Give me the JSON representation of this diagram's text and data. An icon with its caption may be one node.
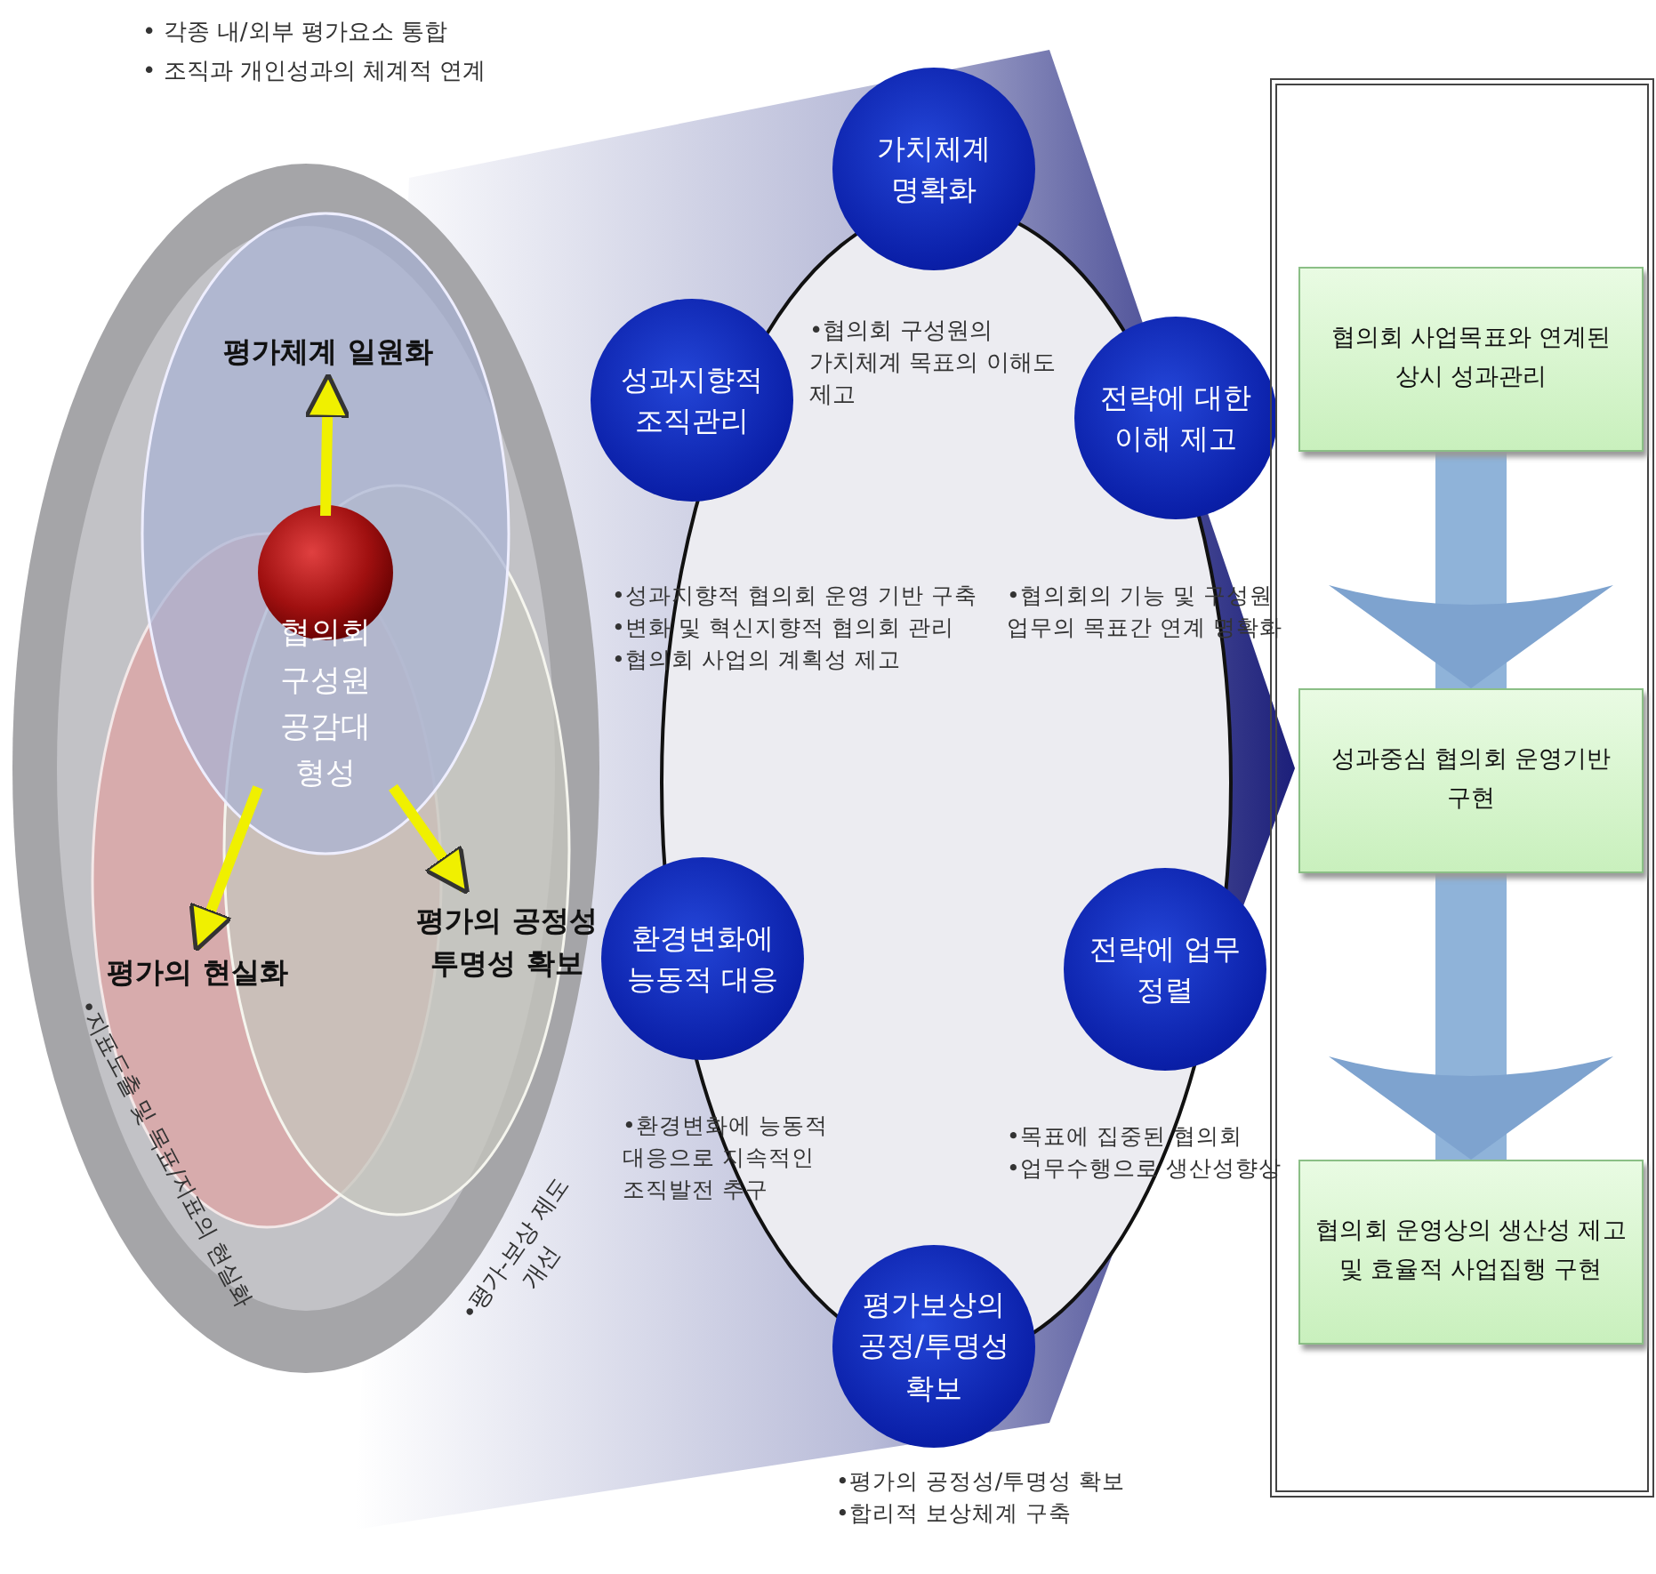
{
  "diagram": {
    "nodes": [
      {
        "text": [
          "협의회 구성원 공감대 형성"
        ]
      },
      {
        "text": [
          "평가체계 일원화"
        ]
      },
      {
        "text": [
          "평가의 현실화"
        ]
      },
      {
        "text": [
          "평가의 공정성 투명성 확보"
        ]
      },
      {
        "text": [
          "가치체계 명확화"
        ]
      },
      {
        "text": [
          "성과지향적 조직관리"
        ],
        "beside": [
          "•성과지향적 협의회 운영 기반 구축",
          "•변화 및 혁신지향적 협의회 관리",
          "•협의회 사업의 계획성 제고"
        ]
      },
      {
        "text": [
          "전략에 대한 이해 제고"
        ],
        "beside": [
          "•협의회의 기능 및 구성원 업무의 목표간 연계 명확화"
        ]
      },
      {
        "text": [
          "환경변화에 능동적 대응"
        ],
        "beside": [
          "•환경변화에 능동적 대응으로 지속적인 조직발전 추구"
        ]
      },
      {
        "text": [
          "전략에 업무 정렬"
        ],
        "beside": [
          "•목표에 집중된 협의회",
          "•업무수행으로 생산성향상"
        ]
      },
      {
        "text": [
          "평가보상의 공정/투명성 확보"
        ],
        "beside": [
          "•평가의 공정성/투명성 확보",
          "•합리적 보상체계 구축"
        ]
      },
      {
        "text": [],
        "shape": "box"
      },
      {
        "text": [
          "협의회 사업목표와 연계된 상시 성과관리"
        ],
        "in": 10
      },
      {
        "text": [
          "성과중심 협의회 운영기반 구현"
        ],
        "in": 10
      },
      {
        "text": [
          "협의회 운영상의 생산성 제고 및 효율적 사업집행 구현"
        ],
        "in": 10
      }
    ],
    "edges": [
      {
        "from": 0,
        "to": 1,
        "arrow": "to",
        "color": "#f0f000"
      },
      {
        "from": 0,
        "to": 2,
        "arrow": "to",
        "color": "#f0f000"
      },
      {
        "from": 0,
        "to": 3,
        "arrow": "to",
        "color": "#f0f000"
      },
      {
        "from": 11,
        "to": 12,
        "arrow": "to",
        "style": "thick",
        "color": "#8fb3d9"
      },
      {
        "from": 12,
        "to": 13,
        "arrow": "to",
        "style": "thick",
        "color": "#8fb3d9"
      }
    ],
    "labels": [
      "• 각종 내/외부 평가요소 통합",
      "• 조직과 개인성과의 체계적 연계",
      "•협의회 구성원의 가치체계 목표의 이해도 제고",
      "•지표도출 및 목표/지표의 현실화",
      "•평가-보상 제도 개선"
    ]
  }
}
